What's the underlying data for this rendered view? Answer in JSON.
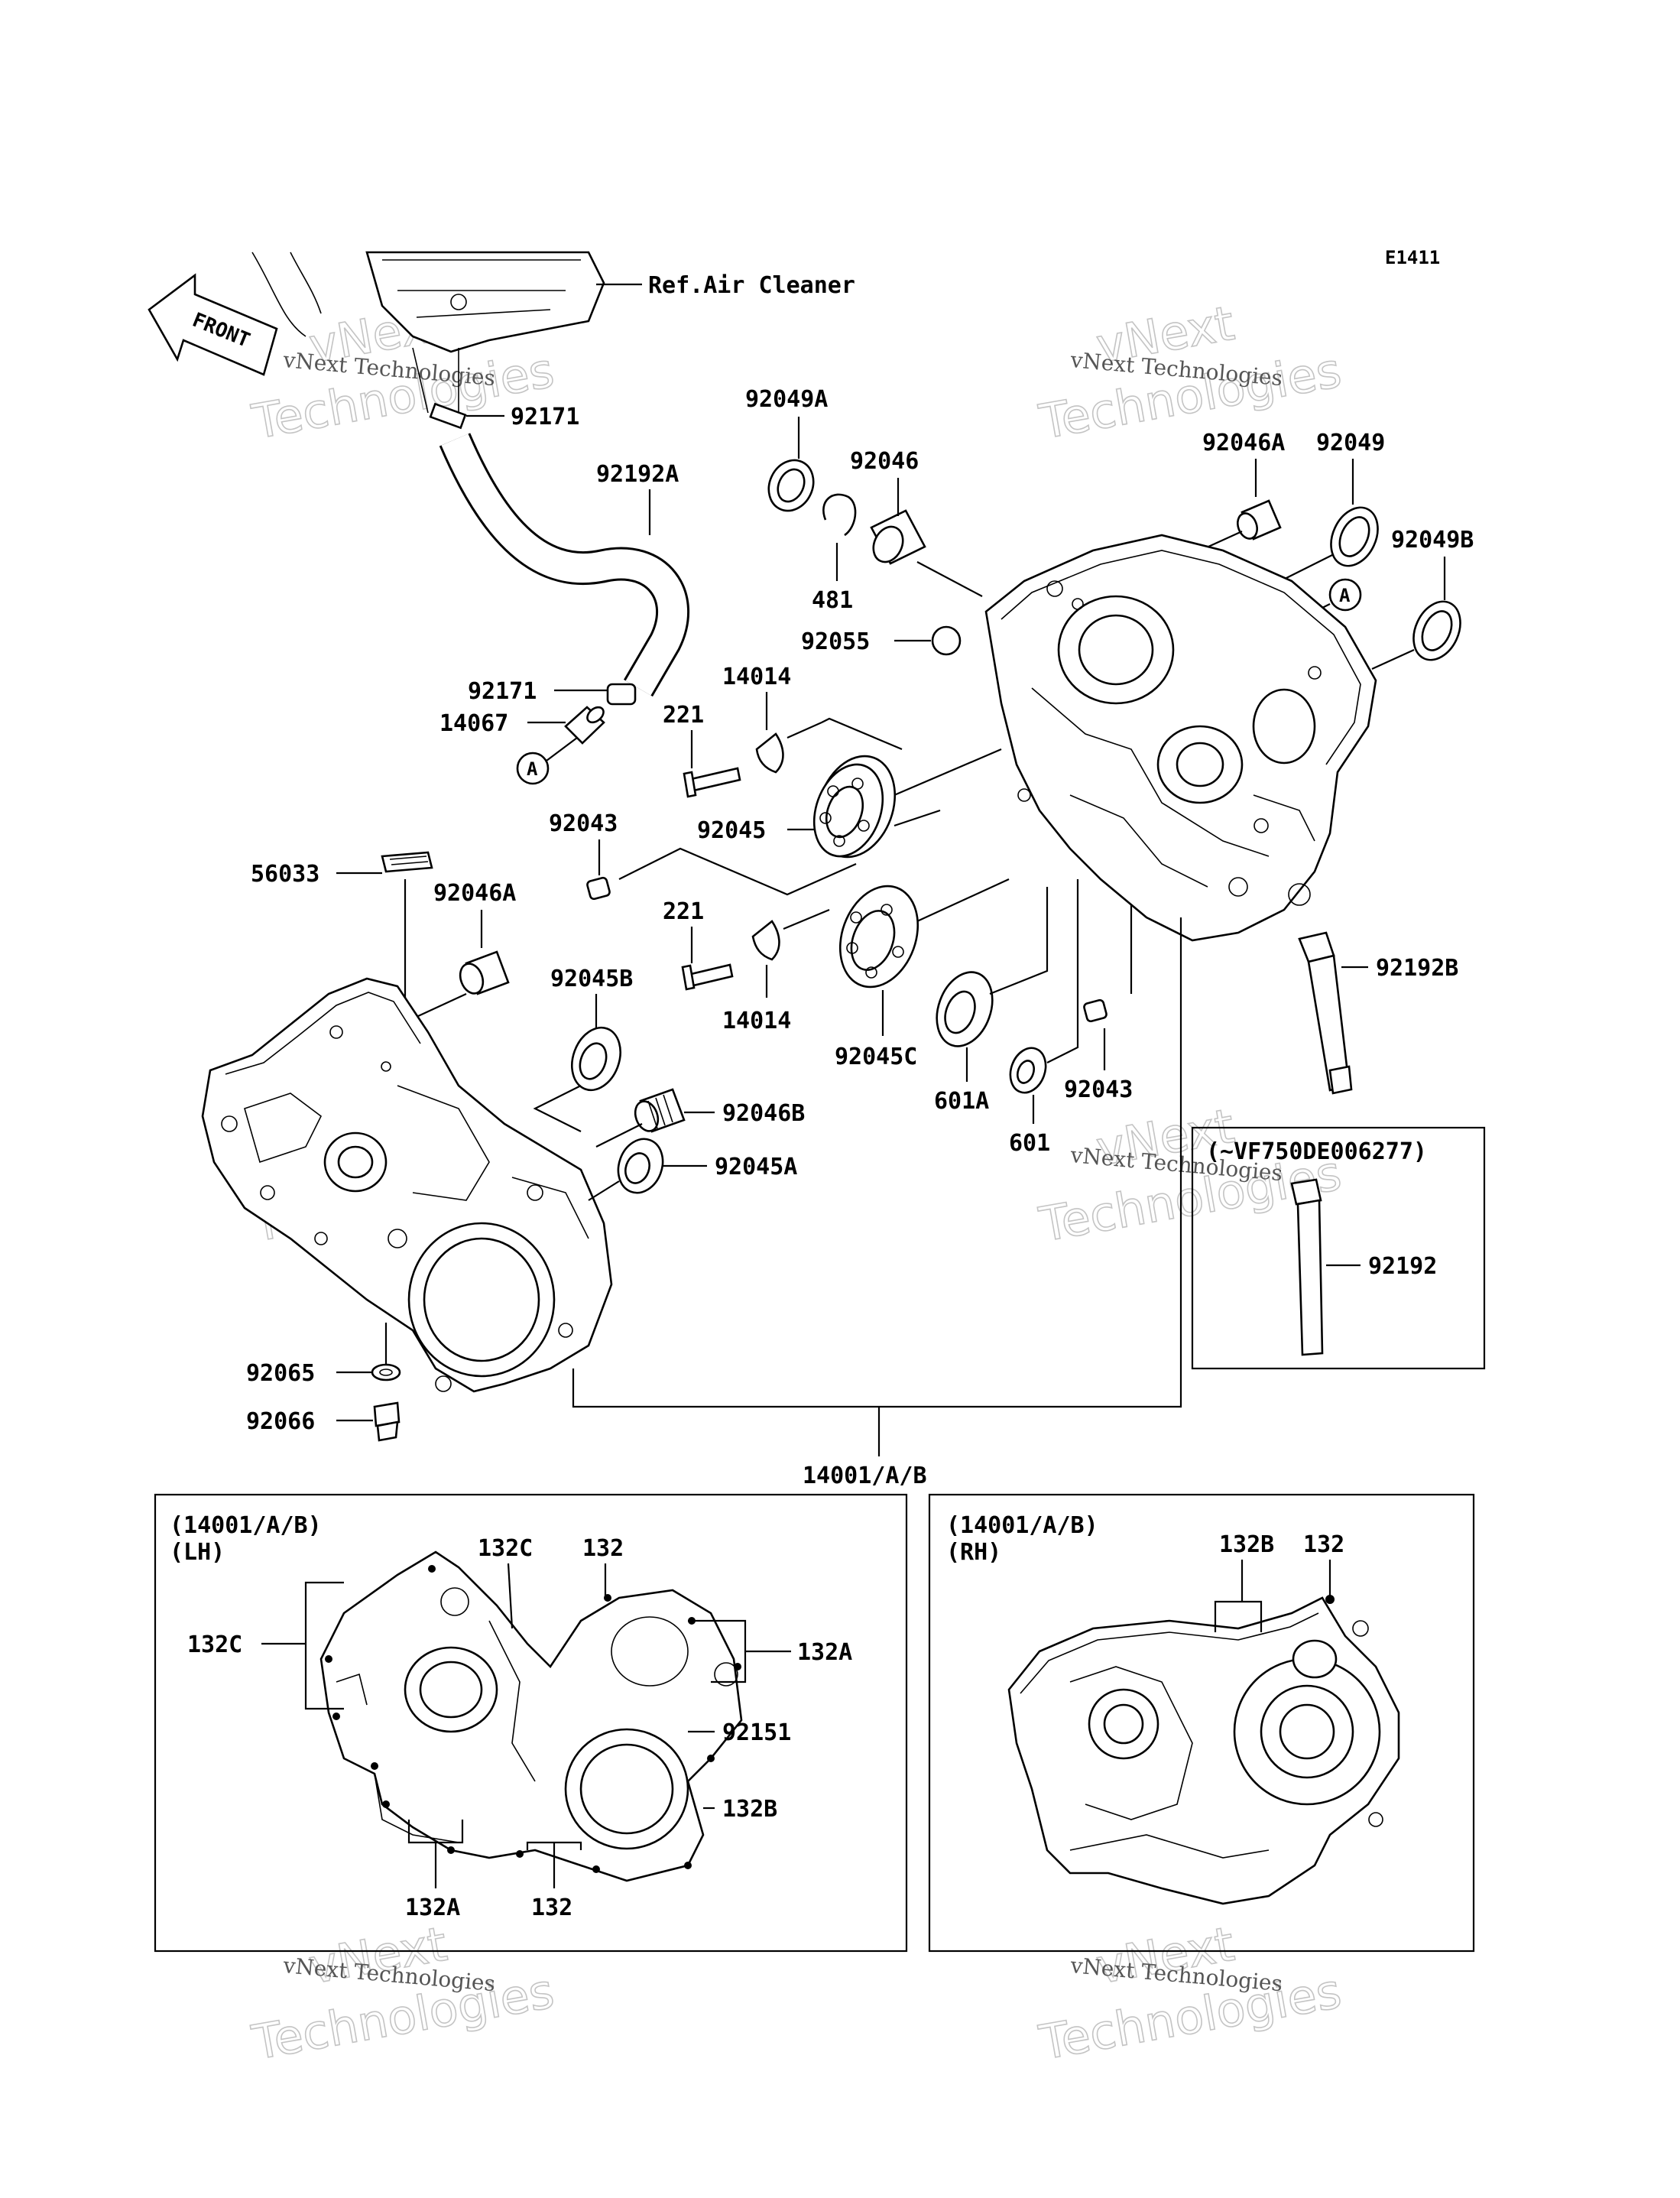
{
  "diagram": {
    "code": "E1411",
    "front_label": "FRONT",
    "ref_label": "Ref.Air Cleaner",
    "callouts": {
      "p92171_top": "92171",
      "p92192A": "92192A",
      "p92171_mid": "92171",
      "p14067": "14067",
      "refA_left": "A",
      "p92049A": "92049A",
      "p92046": "92046",
      "p481": "481",
      "p92055": "92055",
      "p14014_top": "14014",
      "p221_top": "221",
      "p92045": "92045",
      "p92043_left": "92043",
      "p56033": "56033",
      "p92046A_left": "92046A",
      "p221_bot": "221",
      "p14014_bot": "14014",
      "p92045B": "92045B",
      "p92045C": "92045C",
      "p92046B": "92046B",
      "p92045A": "92045A",
      "p601A": "601A",
      "p601": "601",
      "p92043_right": "92043",
      "p92046A_right": "92046A",
      "p92049": "92049",
      "p92049B": "92049B",
      "refA_right": "A",
      "p92192B": "92192B",
      "p92065": "92065",
      "p92066": "92066",
      "p14001": "14001/A/B"
    },
    "serial_box": {
      "label": "(~VF750DE006277)",
      "part": "92192"
    },
    "lh_box": {
      "title_line1": "(14001/A/B)",
      "title_line2": "(LH)",
      "p132C_top": "132C",
      "p132_top": "132",
      "p132C_left": "132C",
      "p132A_right": "132A",
      "p92151": "92151",
      "p132B": "132B",
      "p132A_bot": "132A",
      "p132_bot": "132"
    },
    "rh_box": {
      "title_line1": "(14001/A/B)",
      "title_line2": "(RH)",
      "p132B": "132B",
      "p132": "132"
    },
    "watermark": {
      "line1": "vNext",
      "line2": "Technologies",
      "small": "vNext Technologies"
    }
  }
}
